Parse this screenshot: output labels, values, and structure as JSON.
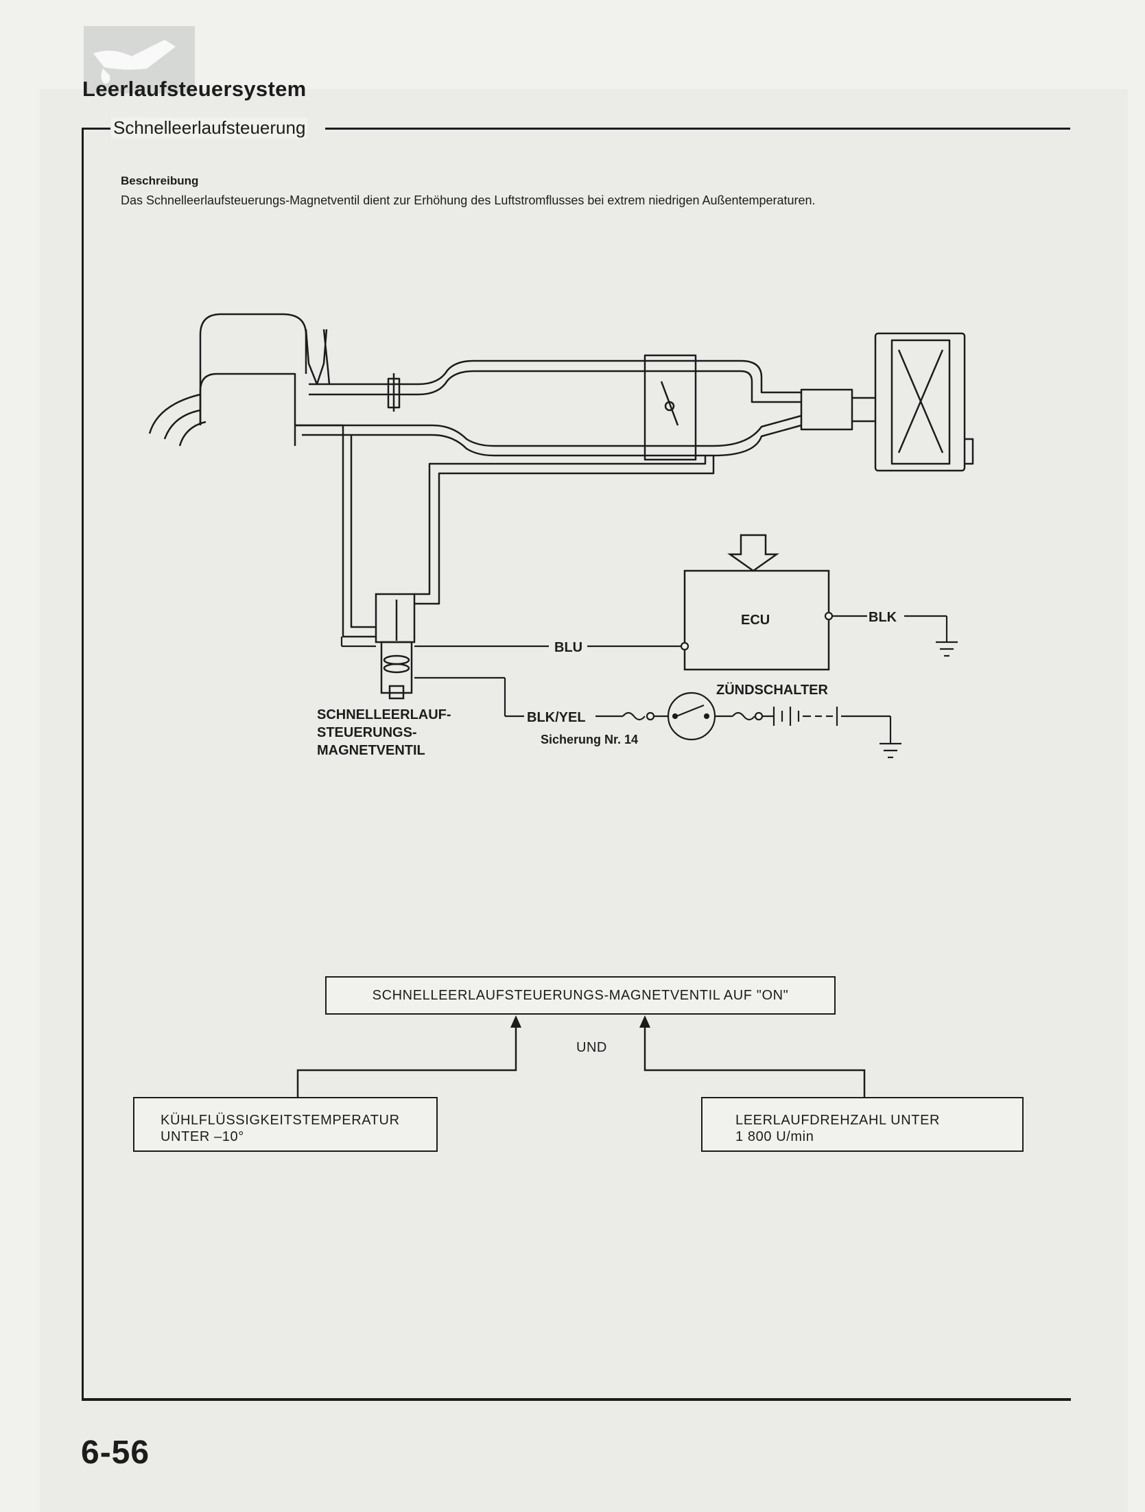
{
  "header": {
    "title": "Leerlaufsteuersystem",
    "section": "Schnelleerlaufsteuerung"
  },
  "description": {
    "heading": "Beschreibung",
    "text": "Das Schnelleerlaufsteuerungs-Magnetventil dient zur Erhöhung des Luftstromflusses bei extrem niedrigen Außentemperaturen."
  },
  "diagram": {
    "ecu_label": "ECU",
    "wire_blk": "BLK",
    "wire_blu": "BLU",
    "wire_blk_yel": "BLK/YEL",
    "fuse_label": "Sicherung Nr. 14",
    "ignition_label": "ZÜNDSCHALTER",
    "valve_label_1": "SCHNELLEERLAUF-",
    "valve_label_2": "STEUERUNGS-",
    "valve_label_3": "MAGNETVENTIL"
  },
  "flow": {
    "main_box": "SCHNELLEERLAUFSTEUERUNGS-MAGNETVENTIL AUF \"ON\"",
    "and_label": "UND",
    "left_line1": "KÜHLFLÜSSIGKEITSTEMPERATUR",
    "left_line2": "UNTER –10°",
    "right_line1": "LEERLAUFDREHZAHL UNTER",
    "right_line2": "1 800 U/min"
  },
  "page_number": "6-56"
}
